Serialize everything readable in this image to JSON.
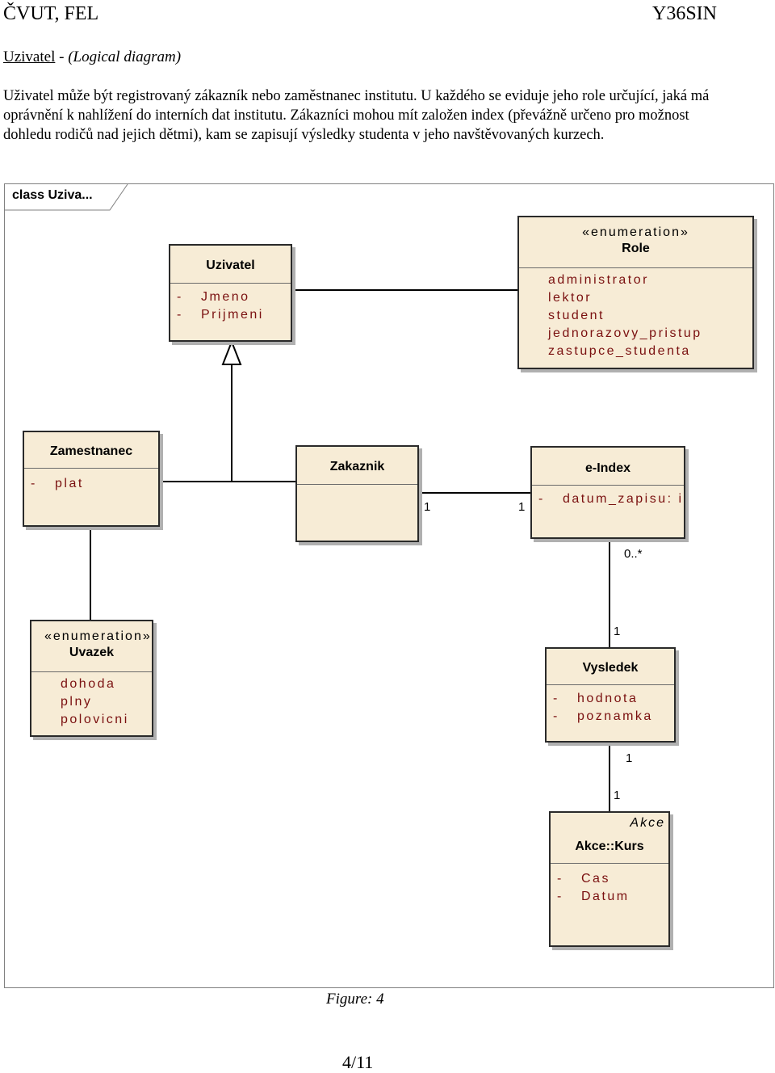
{
  "header": {
    "left": "ČVUT, FEL",
    "right": "Y36SIN"
  },
  "section": {
    "link": "Uzivatel",
    "separator": " - ",
    "subtitle": "(Logical diagram)"
  },
  "description": "Uživatel může být registrovaný zákazník nebo zaměstnanec institutu. U každého se eviduje jeho role určující, jaká má oprávnění k nahlížení do interních dat institutu. Zákazníci mohou mít založen index (převážně určeno pro možnost dohledu rodičů nad jejich dětmi), kam se zapisují výsledky studenta v jeho navštěvovaných kurzech.",
  "diagram": {
    "frame_label": "class Uziva...",
    "classes": {
      "uzivatel": {
        "name": "Uzivatel",
        "attrs": [
          {
            "vis": "-",
            "name": "Jmeno"
          },
          {
            "vis": "-",
            "name": "Prijmeni"
          }
        ]
      },
      "role": {
        "stereotype": "«enumeration»",
        "name": "Role",
        "literals": [
          "administrator",
          "lektor",
          "student",
          "jednorazovy_pristup",
          "zastupce_studenta"
        ]
      },
      "zamestnanec": {
        "name": "Zamestnanec",
        "attrs": [
          {
            "vis": "-",
            "name": "plat"
          }
        ]
      },
      "zakaznik": {
        "name": "Zakaznik"
      },
      "eindex": {
        "name": "e-Index",
        "attrs": [
          {
            "vis": "-",
            "name": "datum_zapisu: int"
          }
        ]
      },
      "uvazek": {
        "stereotype": "«enumeration»",
        "name": "Uvazek",
        "literals": [
          "dohoda",
          "plny",
          "polovicni"
        ]
      },
      "vysledek": {
        "name": "Vysledek",
        "attrs": [
          {
            "vis": "-",
            "name": "hodnota"
          },
          {
            "vis": "-",
            "name": "poznamka"
          }
        ]
      },
      "kurs": {
        "package": "Akce",
        "name": "Akce::Kurs",
        "attrs": [
          {
            "vis": "-",
            "name": "Cas"
          },
          {
            "vis": "-",
            "name": "Datum"
          }
        ]
      }
    },
    "multiplicities": {
      "zakaznik_eindex_left": "1",
      "zakaznik_eindex_right": "1",
      "eindex_vysledek_top": "0..*",
      "eindex_vysledek_bottom": "1",
      "vysledek_kurs_top": "1",
      "vysledek_kurs_bottom": "1"
    }
  },
  "figure_caption": "Figure: 4",
  "page_number": "4/11"
}
